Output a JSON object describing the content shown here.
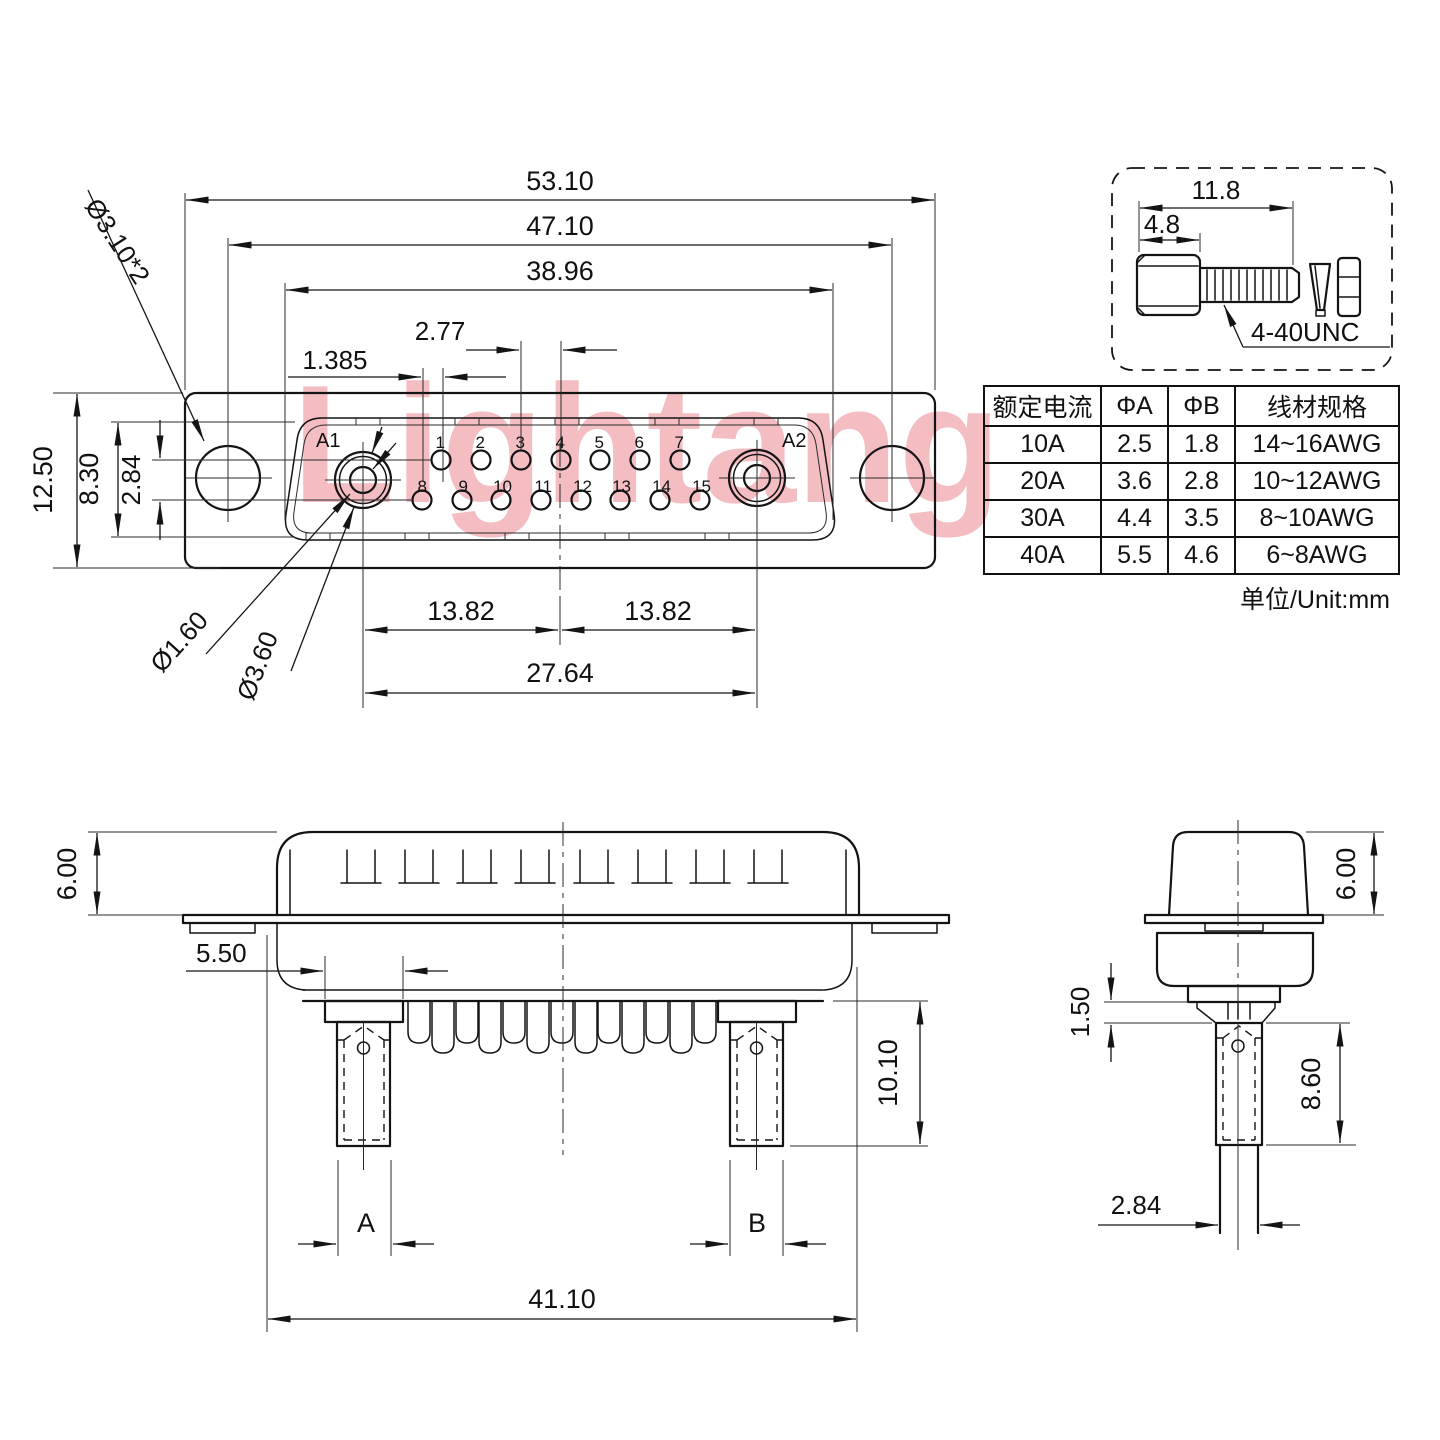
{
  "watermark": {
    "text": "Lightang",
    "color": "#f3bdc2"
  },
  "front_view": {
    "labels": {
      "a1": "A1",
      "a2": "A2"
    },
    "pins_top": [
      "1",
      "2",
      "3",
      "4",
      "5",
      "6",
      "7"
    ],
    "pins_bottom": [
      "8",
      "9",
      "10",
      "11",
      "12",
      "13",
      "14",
      "15"
    ],
    "dims": {
      "outer_width": "53.10",
      "hole_span": "47.10",
      "insert_width": "38.96",
      "pin_pitch": "2.77",
      "half_pitch": "1.385",
      "flange_height": "12.50",
      "insert_height": "8.30",
      "row_spacing": "2.84",
      "mount_hole_dia": "Ø3.10*2",
      "pin_dia": "Ø1.60",
      "contact_dia": "Ø3.60",
      "a1_to_center": "13.82",
      "center_to_a2": "13.82",
      "contact_span": "27.64"
    }
  },
  "screw_detail": {
    "dims": {
      "total_length": "11.8",
      "head_length": "4.8"
    },
    "thread_label": "4-40UNC"
  },
  "spec_table": {
    "headers": [
      "额定电流",
      "ΦA",
      "ΦB",
      "线材规格"
    ],
    "rows": [
      [
        "10A",
        "2.5",
        "1.8",
        "14~16AWG"
      ],
      [
        "20A",
        "3.6",
        "2.8",
        "10~12AWG"
      ],
      [
        "30A",
        "4.4",
        "3.5",
        "8~10AWG"
      ],
      [
        "40A",
        "5.5",
        "4.6",
        "6~8AWG"
      ]
    ],
    "unit_note": "单位/Unit:mm"
  },
  "side_view": {
    "dims": {
      "shell_height": "6.00",
      "boss_width": "5.50",
      "pin_length": "10.10",
      "pin_a_label": "A",
      "pin_b_label": "B",
      "total_width": "41.10"
    }
  },
  "end_view": {
    "dims": {
      "shell_height": "6.00",
      "step_height": "1.50",
      "sleeve_length": "8.60",
      "tail_width": "2.84"
    }
  }
}
